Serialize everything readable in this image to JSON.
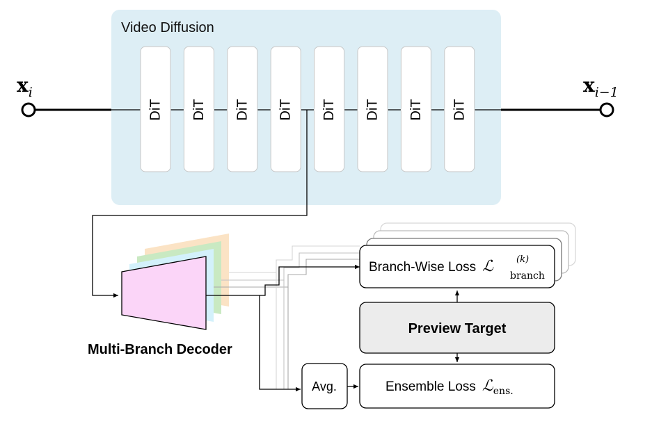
{
  "title": "Video Diffusion",
  "blocks": [
    "DiT",
    "DiT",
    "DiT",
    "DiT",
    "DiT",
    "DiT",
    "DiT",
    "DiT"
  ],
  "input_node": {
    "main": "x",
    "sub": "i"
  },
  "output_node": {
    "main": "x",
    "sub": "i−1"
  },
  "decoder_label": "Multi-Branch Decoder",
  "branch_loss": {
    "text": "Branch-Wise Loss",
    "symbol": "ℒ",
    "sub": "branch",
    "sup": "(k)"
  },
  "preview_target": "Preview Target",
  "avg": "Avg.",
  "ensemble_loss": {
    "text": "Ensemble Loss",
    "symbol": "ℒ",
    "sub": "ens."
  },
  "colors": {
    "panel_fill": "#ddeef5",
    "decoder_pink": "#fbd5f8",
    "decoder_blue": "#d3f1fb",
    "decoder_green": "#c9e9c2",
    "decoder_orange": "#fbe3c5",
    "preview_fill": "#ececec"
  }
}
